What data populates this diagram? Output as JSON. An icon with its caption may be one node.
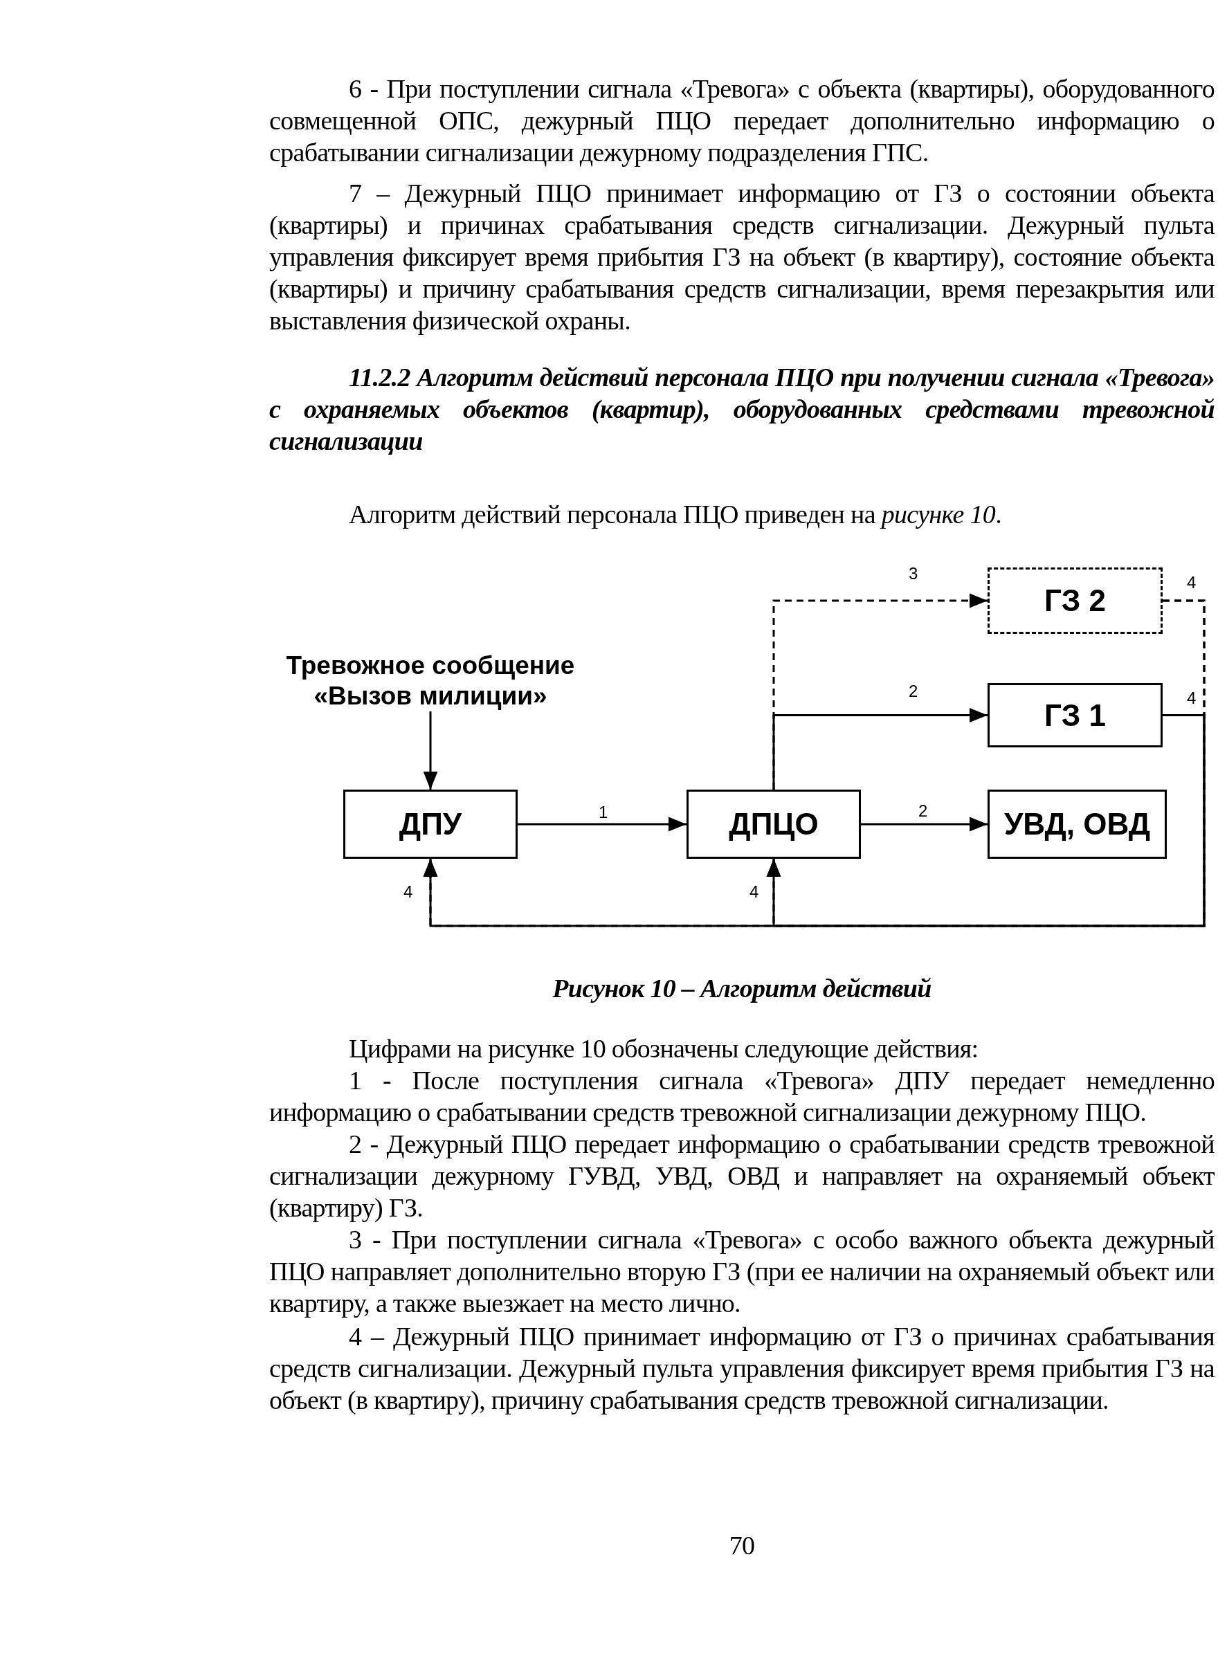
{
  "diagram": {
    "title": "11.2.2 Алгоритм действий персонала ПЦО при получении сигнала «Тревога» с охраняемых объектов (квартир), оборудованных средствами тревожной сигнализации",
    "caption": "Рисунок 10 – Алгоритм действий",
    "nodes": [
      {
        "text": [
          "Тревожное сообщение «Вызов милиции»"
        ]
      },
      {
        "text": [
          "ДПУ"
        ]
      },
      {
        "text": [
          "ДПЦО"
        ]
      },
      {
        "text": [
          "ГЗ 2"
        ]
      },
      {
        "text": [
          "ГЗ 1"
        ]
      },
      {
        "text": [
          "УВД, ОВД"
        ]
      }
    ],
    "edges": [
      {
        "from": 0,
        "to": 1,
        "arrow": "to"
      },
      {
        "from": 1,
        "to": 2,
        "arrow": "to",
        "label": "1"
      },
      {
        "from": 2,
        "to": 3,
        "arrow": "to",
        "label": "3",
        "style": "dashed"
      },
      {
        "from": 2,
        "to": 4,
        "arrow": "to",
        "label": "2"
      },
      {
        "from": 2,
        "to": 5,
        "arrow": "to",
        "label": "2"
      },
      {
        "from": 3,
        "to": 1,
        "arrow": "to",
        "label": "4",
        "style": "dashed"
      },
      {
        "from": 3,
        "to": 2,
        "arrow": "to",
        "label": "4",
        "style": "dashed"
      },
      {
        "from": 4,
        "to": 1,
        "arrow": "to",
        "label": "4"
      },
      {
        "from": 4,
        "to": 2,
        "arrow": "to",
        "label": "4"
      }
    ],
    "labels": [
      "6 - При поступлении сигнала «Тревога» с объекта (квартиры), оборудованного совмещенной ОПС, дежурный ПЦО передает дополнительно информацию о срабатывании сигнализации дежурному подразделения ГПС.",
      "7 – Дежурный ПЦО принимает информацию от ГЗ о состоянии объекта (квартиры) и причинах срабатывания средств сигнализации. Дежурный пульта управления фиксирует время прибытия ГЗ на объект (в квартиру), состояние объекта (квартиры) и причину срабатывания средств сигнализации, время перезакрытия или выставления физической охраны.",
      "Алгоритм действий персонала ПЦО приведен на *рисунке 10*.",
      "Цифрами на рисунке 10 обозначены следующие действия:",
      "1 - После поступления сигнала «Тревога» ДПУ передает немедленно информацию о срабатывании средств тревожной сигнализации дежурному ПЦО.",
      "2 - Дежурный ПЦО передает информацию о срабатывании средств тревожной сигнализации дежурному ГУВД, УВД, ОВД и направляет на охраняемый объект (квартиру) ГЗ.",
      "3 - При поступлении сигнала «Тревога» с особо важного объекта дежурный ПЦО направляет дополнительно вторую ГЗ (при ее наличии на охраняемый объект или квартиру, а также выезжает на место лично.",
      "4 – Дежурный ПЦО принимает информацию от ГЗ о причинах срабатывания средств сигнализации. Дежурный пульта управления фиксирует время прибытия ГЗ на объект (в квартиру), причину срабатывания средств тревожной сигнализации.",
      "70"
    ]
  }
}
